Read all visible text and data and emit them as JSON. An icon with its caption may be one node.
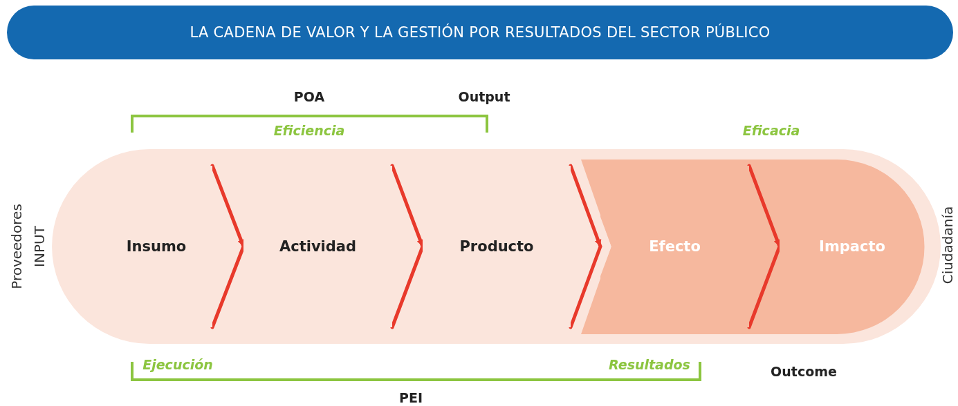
{
  "diagram": {
    "title": "LA CADENA DE VALOR Y LA GESTIÓN POR RESULTADOS DEL SECTOR PÚBLICO",
    "nodes": [
      {
        "text": [
          "Insumo"
        ]
      },
      {
        "text": [
          "Actividad"
        ]
      },
      {
        "text": [
          "Producto"
        ]
      },
      {
        "text": [
          "Efecto"
        ]
      },
      {
        "text": [
          "Impacto"
        ]
      }
    ],
    "edges": [
      {
        "from": 0,
        "to": 1,
        "arrow": "to"
      },
      {
        "from": 1,
        "to": 2,
        "arrow": "to"
      },
      {
        "from": 2,
        "to": 3,
        "arrow": "to"
      },
      {
        "from": 3,
        "to": 4,
        "arrow": "to"
      }
    ],
    "labels": [
      "POA",
      "Output",
      "Eficiencia",
      "Eficacia",
      "Proveedores",
      "INPUT",
      "Ciudadanía",
      "Ejecución",
      "Resultados",
      "Outcome",
      "PEI"
    ]
  }
}
